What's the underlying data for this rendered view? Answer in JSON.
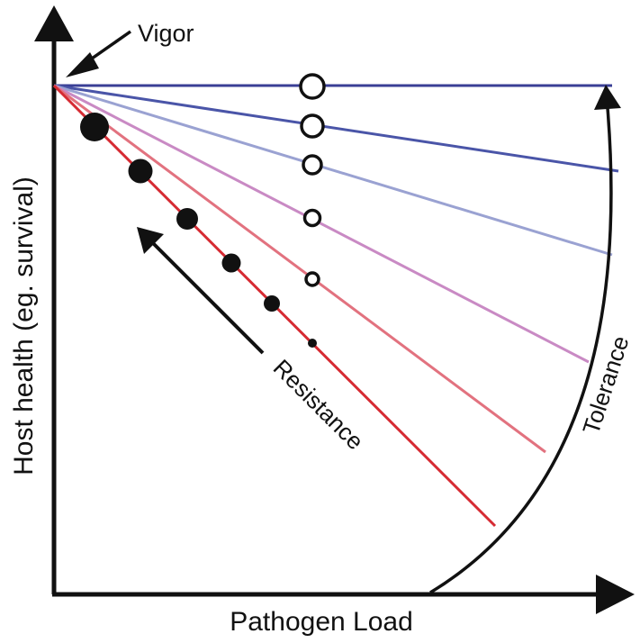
{
  "labels": {
    "y_axis": "Host health (eg. survival)",
    "x_axis": "Pathogen Load",
    "vigor": "Vigor",
    "resistance": "Resistance",
    "tolerance": "Tolerance"
  },
  "colors": {
    "axis": "#111111",
    "lines": [
      "#3a3f96",
      "#4a55a8",
      "#9aa2d2",
      "#c98ac4",
      "#e2727f",
      "#d62b33"
    ],
    "markers": "#111111"
  },
  "lines": [
    {
      "id": "line-1",
      "slope_index": 0
    },
    {
      "id": "line-2",
      "slope_index": 1
    },
    {
      "id": "line-3",
      "slope_index": 2
    },
    {
      "id": "line-4",
      "slope_index": 3
    },
    {
      "id": "line-5",
      "slope_index": 4
    },
    {
      "id": "line-6",
      "slope_index": 5
    }
  ],
  "markers": {
    "open_circle_count": 5,
    "filled_circle_count": 6
  }
}
